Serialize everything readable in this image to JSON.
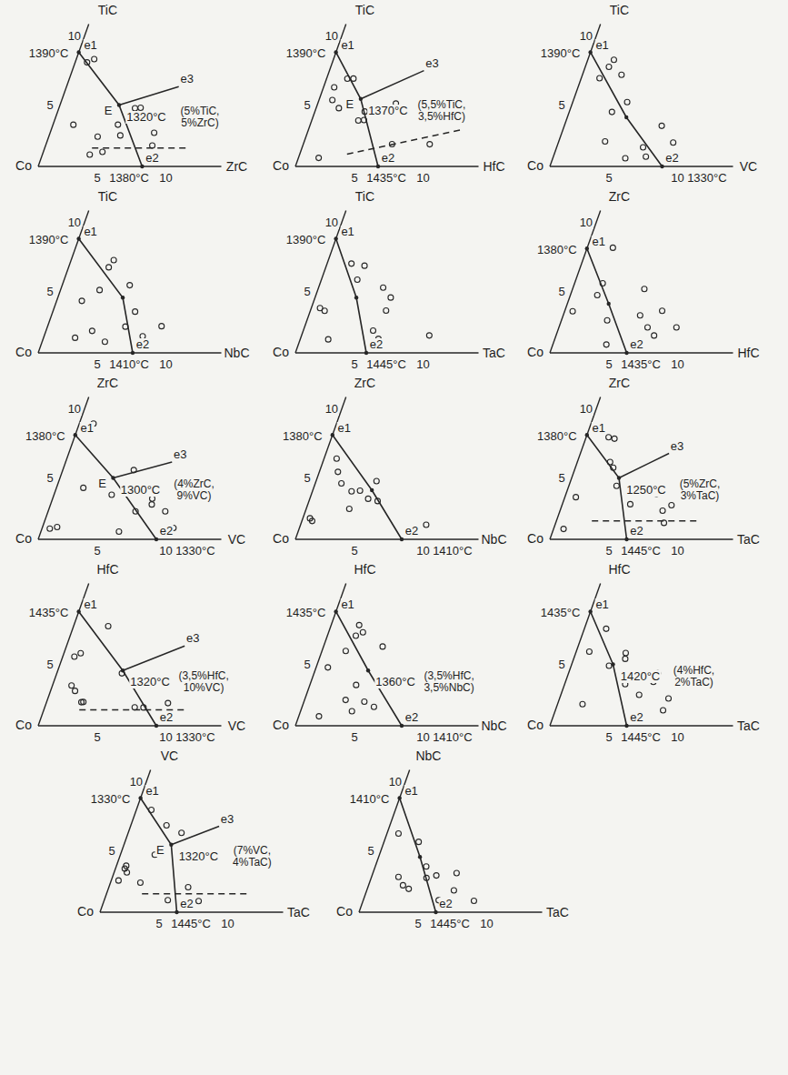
{
  "diagram": {
    "labels": [
      "TiC",
      "ZrC",
      "Co",
      "10",
      "5",
      "5",
      "10",
      "1390°C",
      "e1",
      "1380°C",
      "e2",
      "E",
      "1320°C",
      "(5%TiC, 5%ZrC)",
      "e3",
      "TiC",
      "HfC",
      "Co",
      "10",
      "5",
      "5",
      "10",
      "1390°C",
      "e1",
      "1435°C",
      "e2",
      "E",
      "1370°C",
      "(5,5%TiC, 3,5%HfC)",
      "e3",
      "TiC",
      "VC",
      "Co",
      "10",
      "5",
      "5",
      "10",
      "1390°C",
      "e1",
      "1330°C",
      "e2",
      "TiC",
      "NbC",
      "Co",
      "10",
      "5",
      "5",
      "10",
      "1390°C",
      "e1",
      "1410°C",
      "e2",
      "TiC",
      "TaC",
      "Co",
      "10",
      "5",
      "5",
      "10",
      "1390°C",
      "e1",
      "1445°C",
      "e2",
      "ZrC",
      "HfC",
      "Co",
      "10",
      "5",
      "5",
      "10",
      "1380°C",
      "e1",
      "1435°C",
      "e2",
      "ZrC",
      "VC",
      "Co",
      "10",
      "5",
      "5",
      "10",
      "1380°C",
      "e1",
      "1330°C",
      "e2",
      "E",
      "1300°C",
      "(4%ZrC, 9%VC)",
      "e3",
      "ZrC",
      "NbC",
      "Co",
      "10",
      "5",
      "5",
      "10",
      "1380°C",
      "e1",
      "1410°C",
      "e2",
      "ZrC",
      "TaC",
      "Co",
      "10",
      "5",
      "5",
      "10",
      "1380°C",
      "e1",
      "1445°C",
      "e2",
      "1250°C",
      "(5%ZrC, 3%TaC)",
      "e3",
      "HfC",
      "VC",
      "Co",
      "5",
      "5",
      "10",
      "1435°C",
      "e1",
      "1330°C",
      "e2",
      "1320°C",
      "(3,5%HfC, 10%VC)",
      "e3",
      "HfC",
      "NbC",
      "Co",
      "5",
      "5",
      "10",
      "1435°C",
      "e1",
      "1410°C",
      "e2",
      "1360°C",
      "(3,5%HfC, 3,5%NbC)",
      "HfC",
      "TaC",
      "Co",
      "5",
      "5",
      "10",
      "1435°C",
      "e1",
      "1445°C",
      "e2",
      "1420°C",
      "(4%HfC, 2%TaC)",
      "VC",
      "TaC",
      "Co",
      "10",
      "5",
      "5",
      "10",
      "1330°C",
      "e1",
      "1445°C",
      "e2",
      "E",
      "1320°C",
      "(7%VC, 4%TaC)",
      "e3",
      "NbC",
      "TaC",
      "Co",
      "10",
      "5",
      "5",
      "10",
      "1410°C",
      "e1",
      "1445°C",
      "e2"
    ]
  }
}
